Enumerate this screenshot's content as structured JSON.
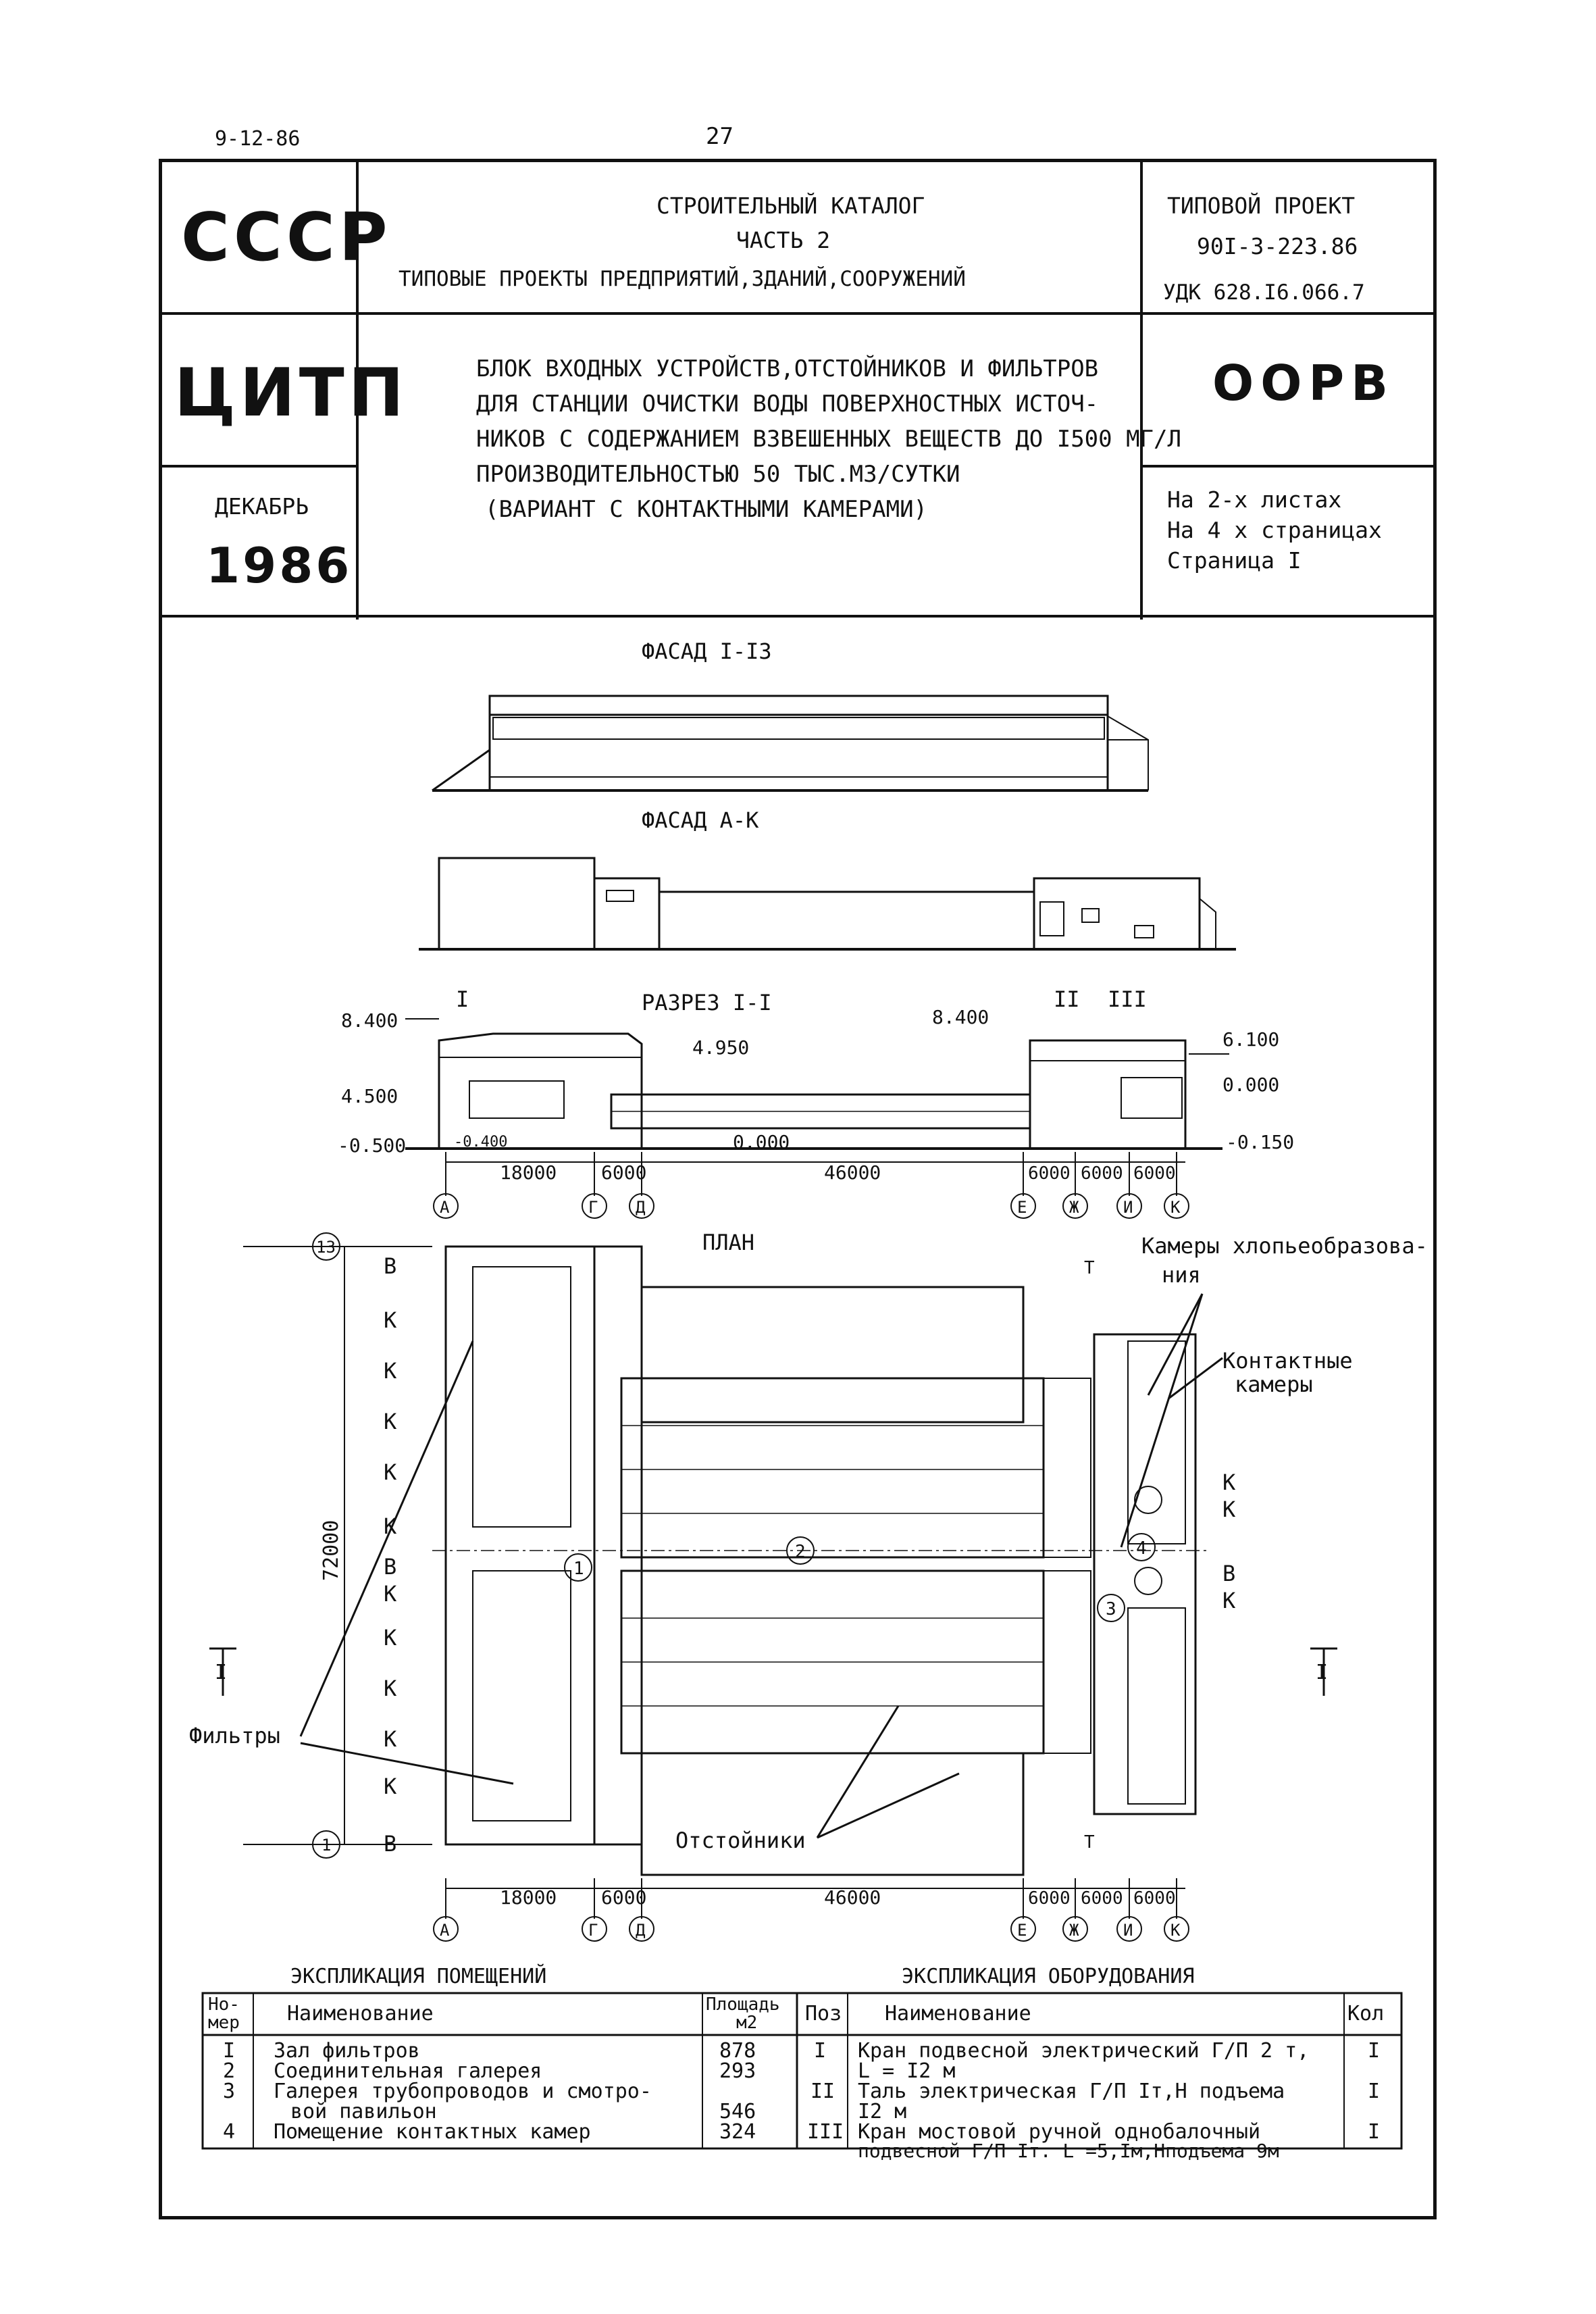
{
  "page": {
    "date": "9-12-86",
    "page_number": "27"
  },
  "header": {
    "org_top": "СССР",
    "org_mid": "ЦИТП",
    "month": "ДЕКАБРЬ",
    "year": "1986",
    "catalog_line1": "СТРОИТЕЛЬНЫЙ КАТАЛОГ",
    "catalog_line2": "ЧАСТЬ 2",
    "catalog_line3": "ТИПОВЫЕ ПРОЕКТЫ ПРЕДПРИЯТИЙ,ЗДАНИЙ,СООРУЖЕНИЙ",
    "project_label": "ТИПОВОЙ ПРОЕКТ",
    "project_code": "90I-3-223.86",
    "udk": "УДК 628.I6.066.7",
    "title_lines": [
      "БЛОК ВХОДНЫХ УСТРОЙСТВ,ОТСТОЙНИКОВ И ФИЛЬТРОВ",
      "ДЛЯ СТАНЦИИ ОЧИСТКИ ВОДЫ ПОВЕРХНОСТНЫХ ИСТОЧ-",
      "НИКОВ С СОДЕРЖАНИЕМ ВЗВЕШЕННЫХ ВЕЩЕСТВ ДО I500 МГ/Л",
      "ПРОИЗВОДИТЕЛЬНОСТЬЮ 50 ТЫС.М3/СУТКИ",
      "(ВАРИАНТ С КОНТАКТНЫМИ КАМЕРАМИ)"
    ],
    "code": "ООРВ",
    "sheets": "На 2-х листах",
    "pages": "На 4 х страницах",
    "page_label": "Страница I"
  },
  "drawing": {
    "facade1_title": "ФАСАД I-I3",
    "facade2_title": "ФАСАД А-К",
    "section_title": "РАЗРЕЗ I-I",
    "plan_title": "ПЛАН",
    "elevations": [
      "8.400",
      "4.500",
      "-0.500",
      "-0.400",
      "4.950",
      "0.000",
      "8.400",
      "6.100",
      "0.000",
      "-0.150"
    ],
    "section_dims": [
      "18000",
      "6000",
      "46000",
      "6000",
      "6000",
      "6000"
    ],
    "plan_dims": [
      "18000",
      "6000",
      "46000",
      "6000",
      "6000",
      "6000"
    ],
    "axes_letters": [
      "А",
      "Г",
      "Д",
      "Е",
      "Ж",
      "И",
      "К"
    ],
    "axes_numbers": [
      "13",
      "1"
    ],
    "section_marks": [
      "I",
      "II",
      "III"
    ],
    "plan_height_dim": "72000",
    "room_numbers": [
      "1",
      "2",
      "3",
      "4"
    ],
    "left_marks": [
      "В",
      "К",
      "К",
      "К",
      "К",
      "К",
      "В",
      "К",
      "К",
      "К",
      "К",
      "К",
      "В"
    ],
    "right_marks": [
      "К",
      "К",
      "В",
      "К"
    ],
    "crane_mark": "Т",
    "label_chambers_flocc": "Камеры хлопьеобразова-",
    "label_chambers_flocc2": "ния",
    "label_contact_1": "Контактные",
    "label_contact_2": "камеры",
    "label_filters": "Фильтры",
    "label_settlers": "Отстойники",
    "cut_mark_left": "I",
    "cut_mark_right": "I"
  },
  "rooms_table": {
    "title": "ЭКСПЛИКАЦИЯ ПОМЕЩЕНИЙ",
    "col_num": "Но-мер",
    "col_num_1": "Но-",
    "col_num_2": "мер",
    "col_name": "Наименование",
    "col_area_1": "Площадь",
    "col_area_2": "м2",
    "rows": [
      {
        "num": "I",
        "name": "Зал фильтров",
        "area": "878"
      },
      {
        "num": "2",
        "name": "Соединительная галерея",
        "area": "293"
      },
      {
        "num": "3",
        "name": "Галерея трубопроводов и смотро-",
        "name2": "вой павильон",
        "area": "546"
      },
      {
        "num": "4",
        "name": "Помещение контактных камер",
        "area": "324"
      }
    ]
  },
  "equipment_table": {
    "title": "ЭКСПЛИКАЦИЯ ОБОРУДОВАНИЯ",
    "col_pos": "Поз",
    "col_name": "Наименование",
    "col_qty": "Кол",
    "rows": [
      {
        "pos": "I",
        "name": "Кран подвесной электрический Г/П 2 т,",
        "name2": "L = I2 м",
        "qty": "I"
      },
      {
        "pos": "II",
        "name": "Таль электрическая Г/П Iт,Н подъема",
        "name2": "I2 м",
        "qty": "I"
      },
      {
        "pos": "III",
        "name": "Кран мостовой ручной однобалочный",
        "name2": "подвесной Г/П Iт. L =5,Iм,Нподъема 9м",
        "qty": "I"
      }
    ]
  }
}
